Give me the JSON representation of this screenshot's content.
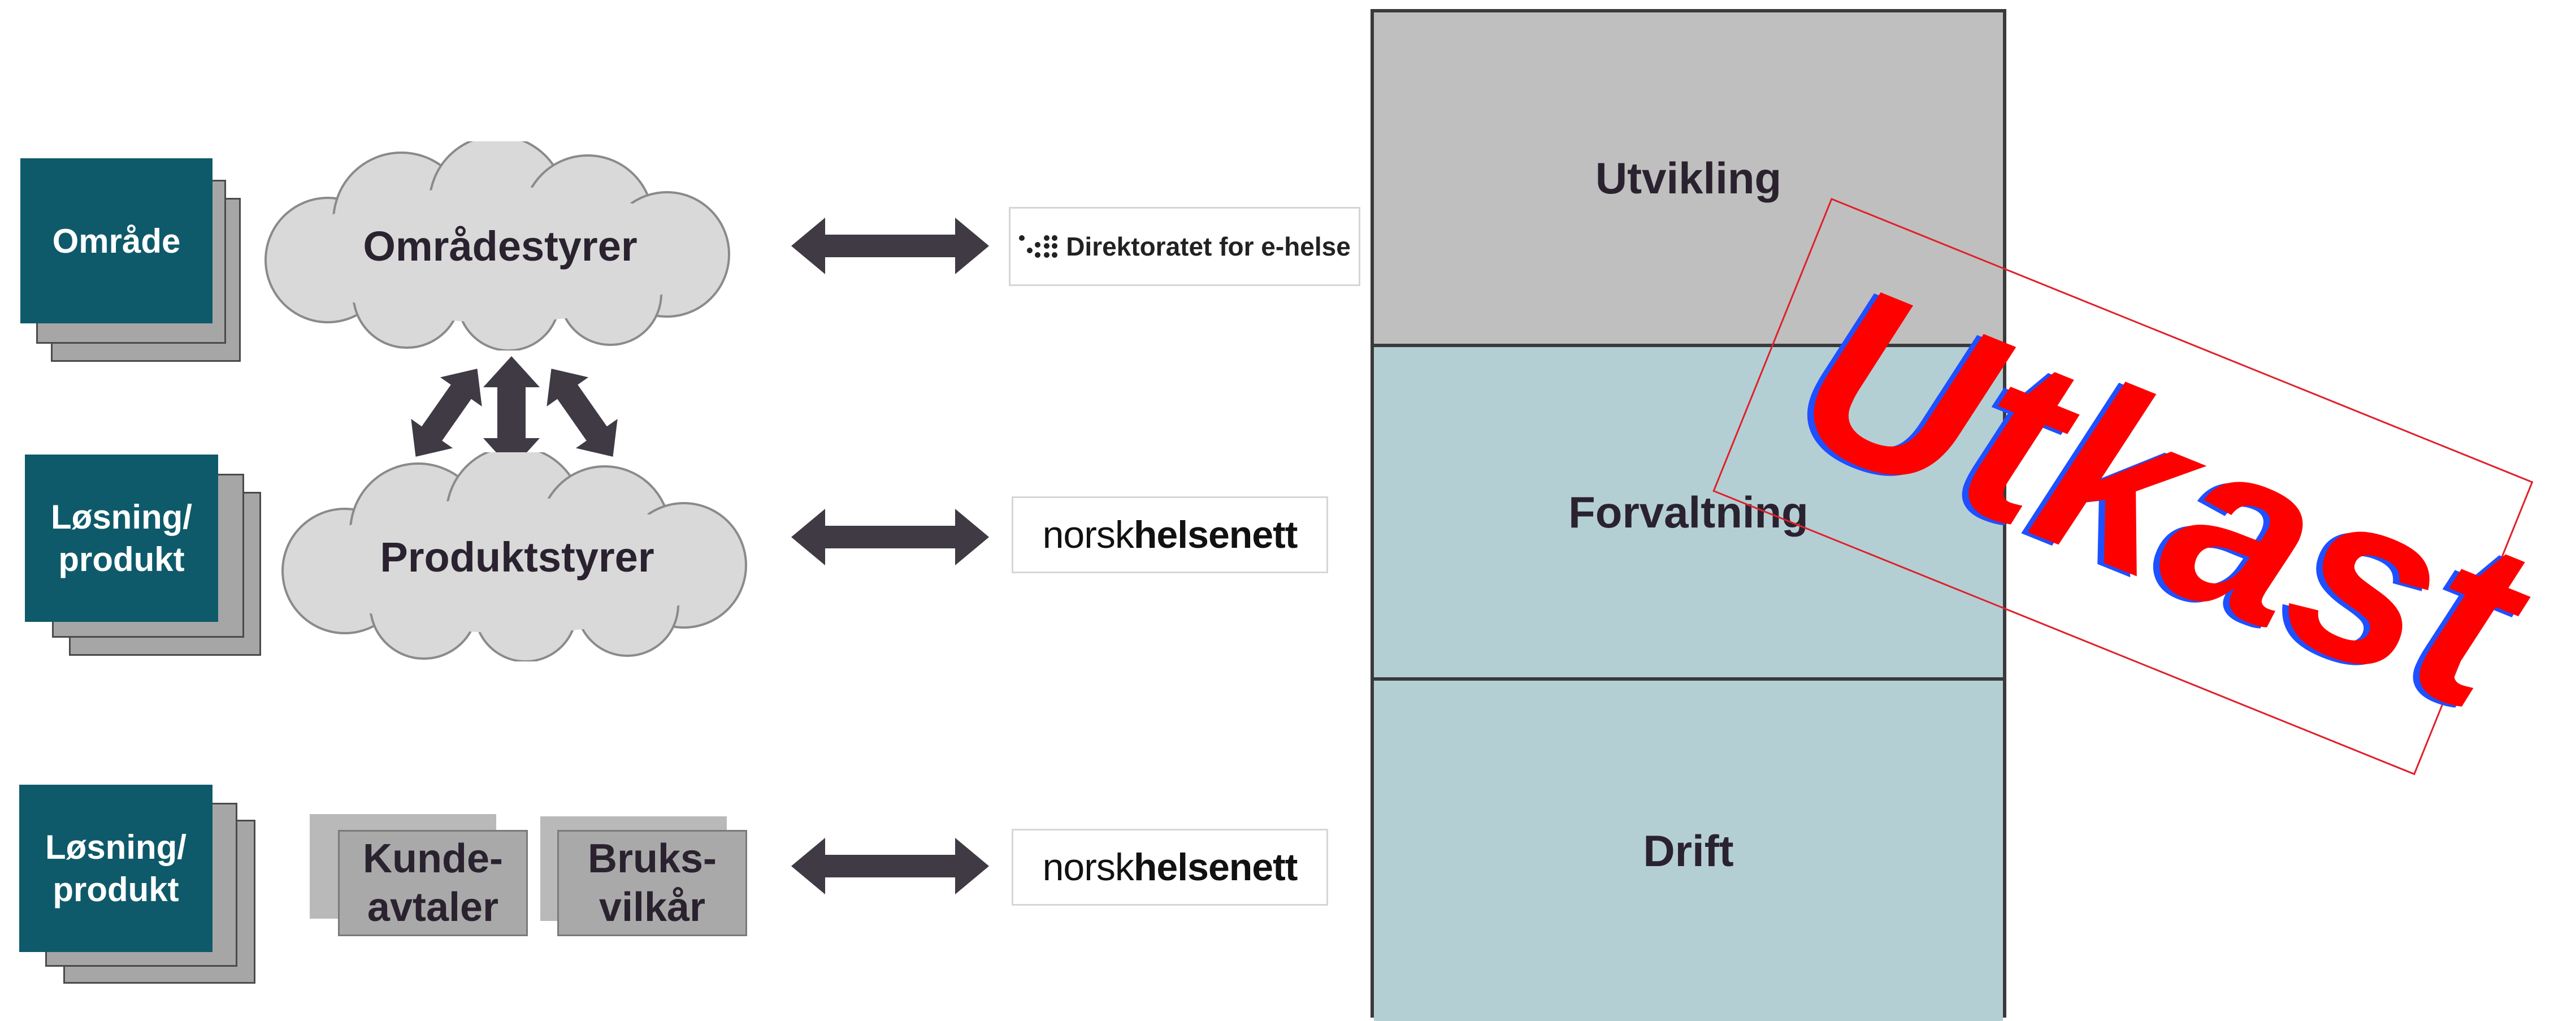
{
  "left": {
    "rows": [
      {
        "box_line1": "Område",
        "box_line2": "",
        "partner": "Direktoratet for e-helse"
      },
      {
        "box_line1": "Løsning/",
        "box_line2": "produkt",
        "partner": "norskhelsenett"
      },
      {
        "box_line1": "Løsning/",
        "box_line2": "produkt",
        "partner": "norskhelsenett"
      }
    ],
    "clouds": [
      "Områdestyrer",
      "Produktstyrer"
    ],
    "documents": [
      {
        "line1": "Kunde-",
        "line2": "avtaler"
      },
      {
        "line1": "Bruks-",
        "line2": "vilkår"
      }
    ]
  },
  "logos": {
    "nhn_light": "norsk",
    "nhn_bold": "helsenett",
    "ehelse": "Direktoratet for e-helse"
  },
  "phases": {
    "p1": "Utvikling",
    "p2": "Forvaltning",
    "p3": "Drift"
  },
  "stamp": {
    "text": "Utkast",
    "color": "#ff0000",
    "shadow_color": "#1e50ff"
  },
  "colors": {
    "teal": "#0e5a6a",
    "cloud": "#d9d9d9",
    "phase_top": "#bfbfbf",
    "phase_lower": "#b4cfd4",
    "arrow": "#3f3a44"
  }
}
